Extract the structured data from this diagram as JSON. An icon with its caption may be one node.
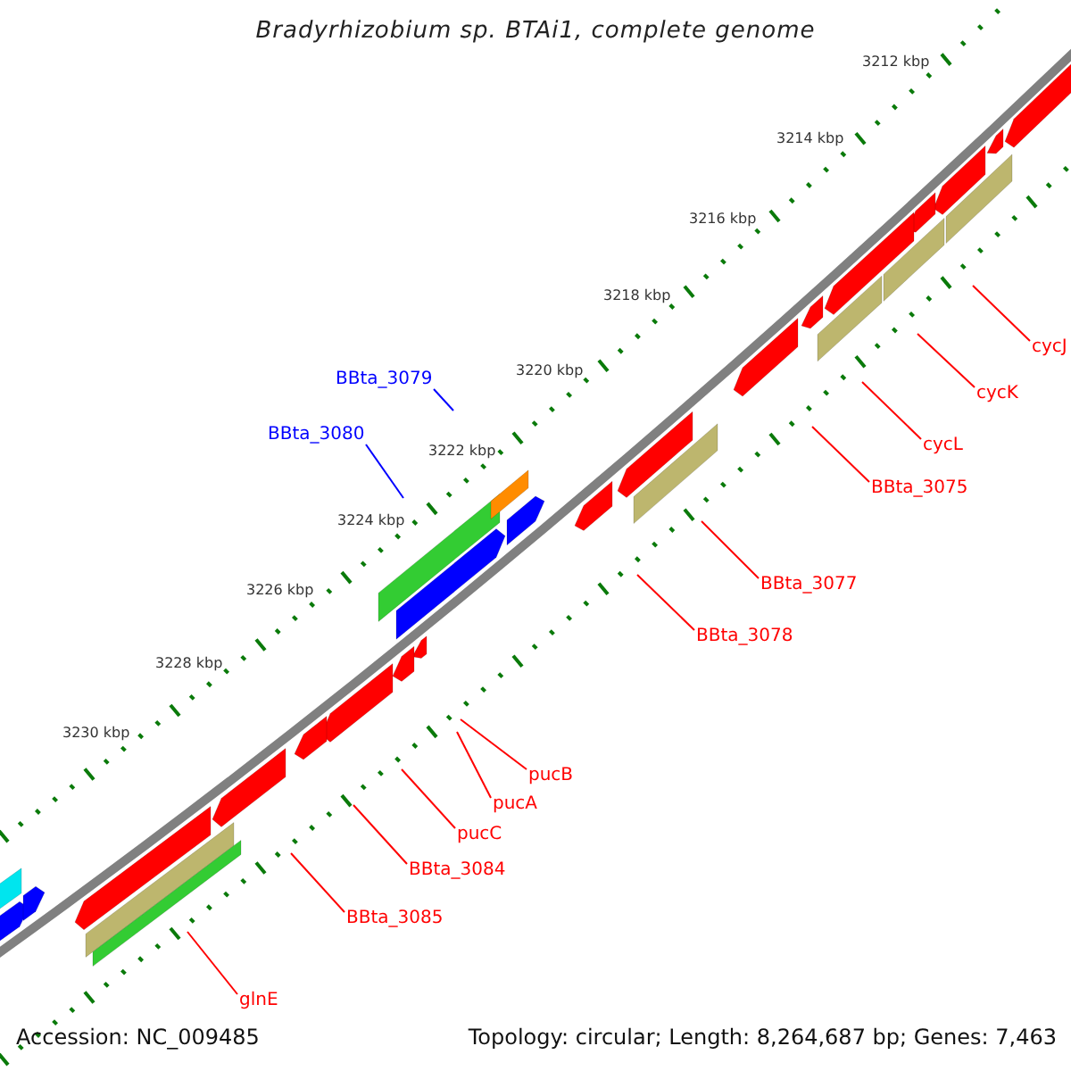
{
  "diagram": {
    "title": "Bradyrhizobium sp. BTAi1, complete genome",
    "nodes": [
      {
        "text": [
          "cycJ"
        ]
      },
      {
        "text": [
          "cycK"
        ]
      },
      {
        "text": [
          "BBta_3079"
        ]
      },
      {
        "text": [
          "cycL"
        ]
      },
      {
        "text": [
          "BBta_3080"
        ]
      },
      {
        "text": [
          "BBta_3075"
        ]
      },
      {
        "text": [
          "BBta_3077"
        ]
      },
      {
        "text": [
          "BBta_3078"
        ]
      },
      {
        "text": [
          "pucB"
        ]
      },
      {
        "text": [
          "pucA"
        ]
      },
      {
        "text": [
          "pucC"
        ]
      },
      {
        "text": [
          "BBta_3084"
        ]
      },
      {
        "text": [
          "BBta_3085"
        ]
      },
      {
        "text": [
          "glnE"
        ]
      }
    ],
    "edges": [
      {
        "from": 0,
        "to": null,
        "arrow": "none"
      },
      {
        "from": 1,
        "to": null,
        "arrow": "none"
      },
      {
        "from": 2,
        "to": null,
        "arrow": "none",
        "color": "#0000ff"
      },
      {
        "from": 3,
        "to": null,
        "arrow": "none"
      },
      {
        "from": 4,
        "to": null,
        "arrow": "none",
        "color": "#0000ff"
      },
      {
        "from": 5,
        "to": null,
        "arrow": "none"
      },
      {
        "from": 6,
        "to": null,
        "arrow": "none"
      },
      {
        "from": 7,
        "to": null,
        "arrow": "none"
      },
      {
        "from": 8,
        "to": null,
        "arrow": "none"
      },
      {
        "from": 9,
        "to": null,
        "arrow": "none"
      },
      {
        "from": 10,
        "to": null,
        "arrow": "none"
      },
      {
        "from": 11,
        "to": null,
        "arrow": "none"
      },
      {
        "from": 12,
        "to": null,
        "arrow": "none"
      },
      {
        "from": 13,
        "to": null,
        "arrow": "none"
      }
    ],
    "labels": [
      "3212 kbp",
      "3214 kbp",
      "3216 kbp",
      "3218 kbp",
      "3220 kbp",
      "3222 kbp",
      "3224 kbp",
      "3226 kbp",
      "3228 kbp",
      "3230 kbp",
      "Accession: NC_009485",
      "Topology: circular; Length: 8,264,687 bp; Genes: 7,463"
    ]
  }
}
